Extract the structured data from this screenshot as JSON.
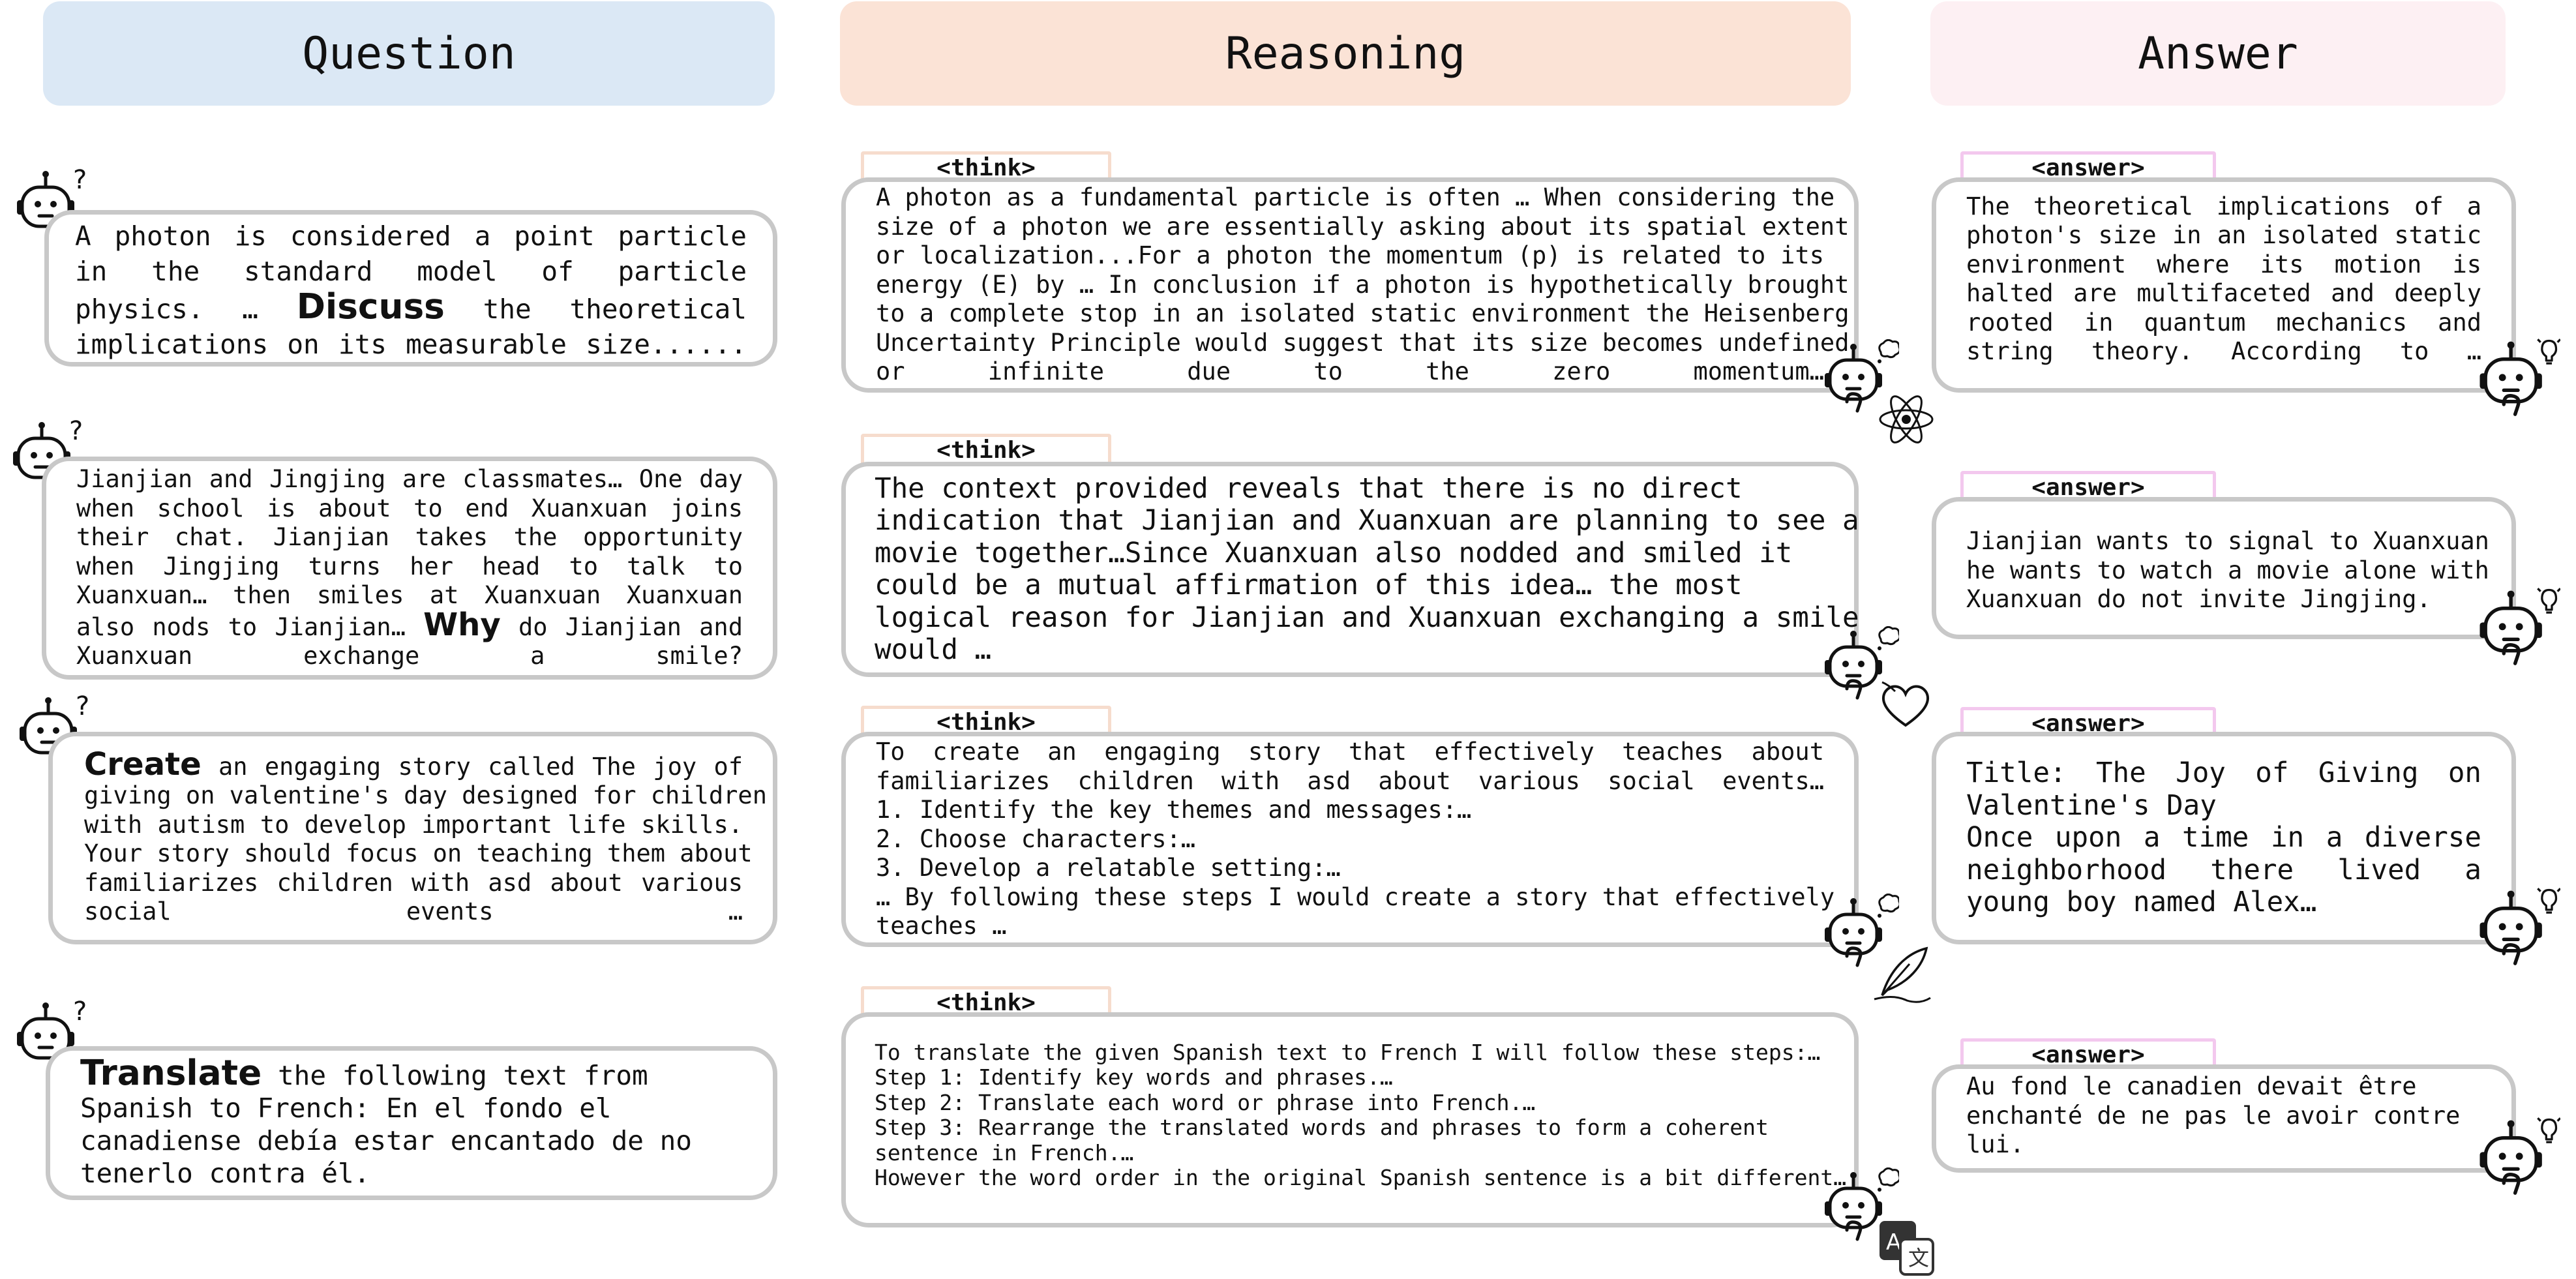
{
  "headers": {
    "question": "Question",
    "reasoning": "Reasoning",
    "answer": "Answer"
  },
  "tags": {
    "think": "<think>",
    "answer": "<answer>"
  },
  "rows": [
    {
      "question": {
        "lines": [
          "A photon is considered a point particle",
          "in the standard model of particle",
          "physics. … Discuss the theoretical",
          "implications on its measurable size......"
        ],
        "keyword": "Discuss"
      },
      "reasoning": {
        "lines": [
          "A photon as a fundamental particle is often … When considering the",
          "size of a photon we are essentially asking about its spatial extent",
          "or localization...For a photon the momentum (p) is related to its",
          "energy (E) by … In conclusion if a photon is hypothetically brought",
          "to a complete stop in an isolated static environment the Heisenberg",
          "Uncertainty Principle would suggest that its size becomes undefined",
          "or infinite due to the zero momentum…"
        ]
      },
      "answer": {
        "lines": [
          "The theoretical implications of a",
          "photon's size in an isolated static",
          "environment where its motion is",
          "halted are multifaceted and deeply",
          "rooted in quantum mechanics and",
          "string theory. According to …"
        ]
      },
      "reasoning_icon": "atom-icon"
    },
    {
      "question": {
        "lines": [
          "Jianjian and Jingjing are classmates… One day",
          "when school is about to end Xuanxuan joins",
          "their chat. Jianjian takes the opportunity",
          "when Jingjing turns her head to talk to",
          "Xuanxuan… then smiles at Xuanxuan Xuanxuan",
          "also nods to Jianjian… Why do Jianjian and",
          "Xuanxuan exchange a smile?"
        ],
        "keyword": "Why"
      },
      "reasoning": {
        "lines": [
          "The context provided reveals that there is no direct",
          "indication that Jianjian and Xuanxuan are planning to see a",
          "movie together…Since Xuanxuan also nodded and smiled it",
          "could be a mutual affirmation of this idea… the most",
          "logical reason for Jianjian and Xuanxuan exchanging a smile",
          "would …"
        ]
      },
      "answer": {
        "lines": [
          "Jianjian wants to signal to Xuanxuan",
          "he wants to watch a movie alone with",
          "Xuanxuan do not invite Jingjing."
        ]
      },
      "reasoning_icon": "heart-icon"
    },
    {
      "question": {
        "lines": [
          "Create an engaging story called The joy of",
          "giving on valentine's day designed for children",
          "with autism to develop important life skills.",
          "Your story should focus on teaching them about",
          "familiarizes children with asd about various",
          "social events …"
        ],
        "keyword": "Create"
      },
      "reasoning": {
        "lines": [
          "To create an engaging story that effectively teaches about",
          "familiarizes children with asd about various social events…",
          "1. Identify the key themes and messages:…",
          "2. Choose characters:…",
          "3. Develop a relatable setting:…",
          "… By following these steps I would create a story that effectively",
          "teaches …"
        ]
      },
      "answer": {
        "lines": [
          "Title: The Joy of Giving on",
          "Valentine's Day",
          "Once upon a time in a diverse",
          "neighborhood there lived a",
          "young boy named Alex…"
        ]
      },
      "reasoning_icon": "quill-pen-icon"
    },
    {
      "question": {
        "lines": [
          "Translate the following text from",
          "Spanish to French: En el fondo el",
          "canadiense debía estar encantado de no",
          "tenerlo contra él."
        ],
        "keyword": "Translate"
      },
      "reasoning": {
        "lines": [
          "To translate the given Spanish text to French I will follow these steps:…",
          "Step 1: Identify key words and phrases.…",
          "Step 2: Translate each word or phrase into French.…",
          "Step 3: Rearrange the translated words and phrases to form a coherent",
          "sentence in French.…",
          "However the word order in the original Spanish sentence is a bit different…"
        ]
      },
      "answer": {
        "lines": [
          "Au fond le canadien devait être",
          "enchanté de ne pas le avoir contre",
          "lui."
        ]
      },
      "reasoning_icon": "translate-icon"
    }
  ],
  "icons": {
    "question_robot": "robot-question-icon",
    "reasoning_robot": "robot-thinking-icon",
    "answer_robot": "robot-idea-icon"
  }
}
